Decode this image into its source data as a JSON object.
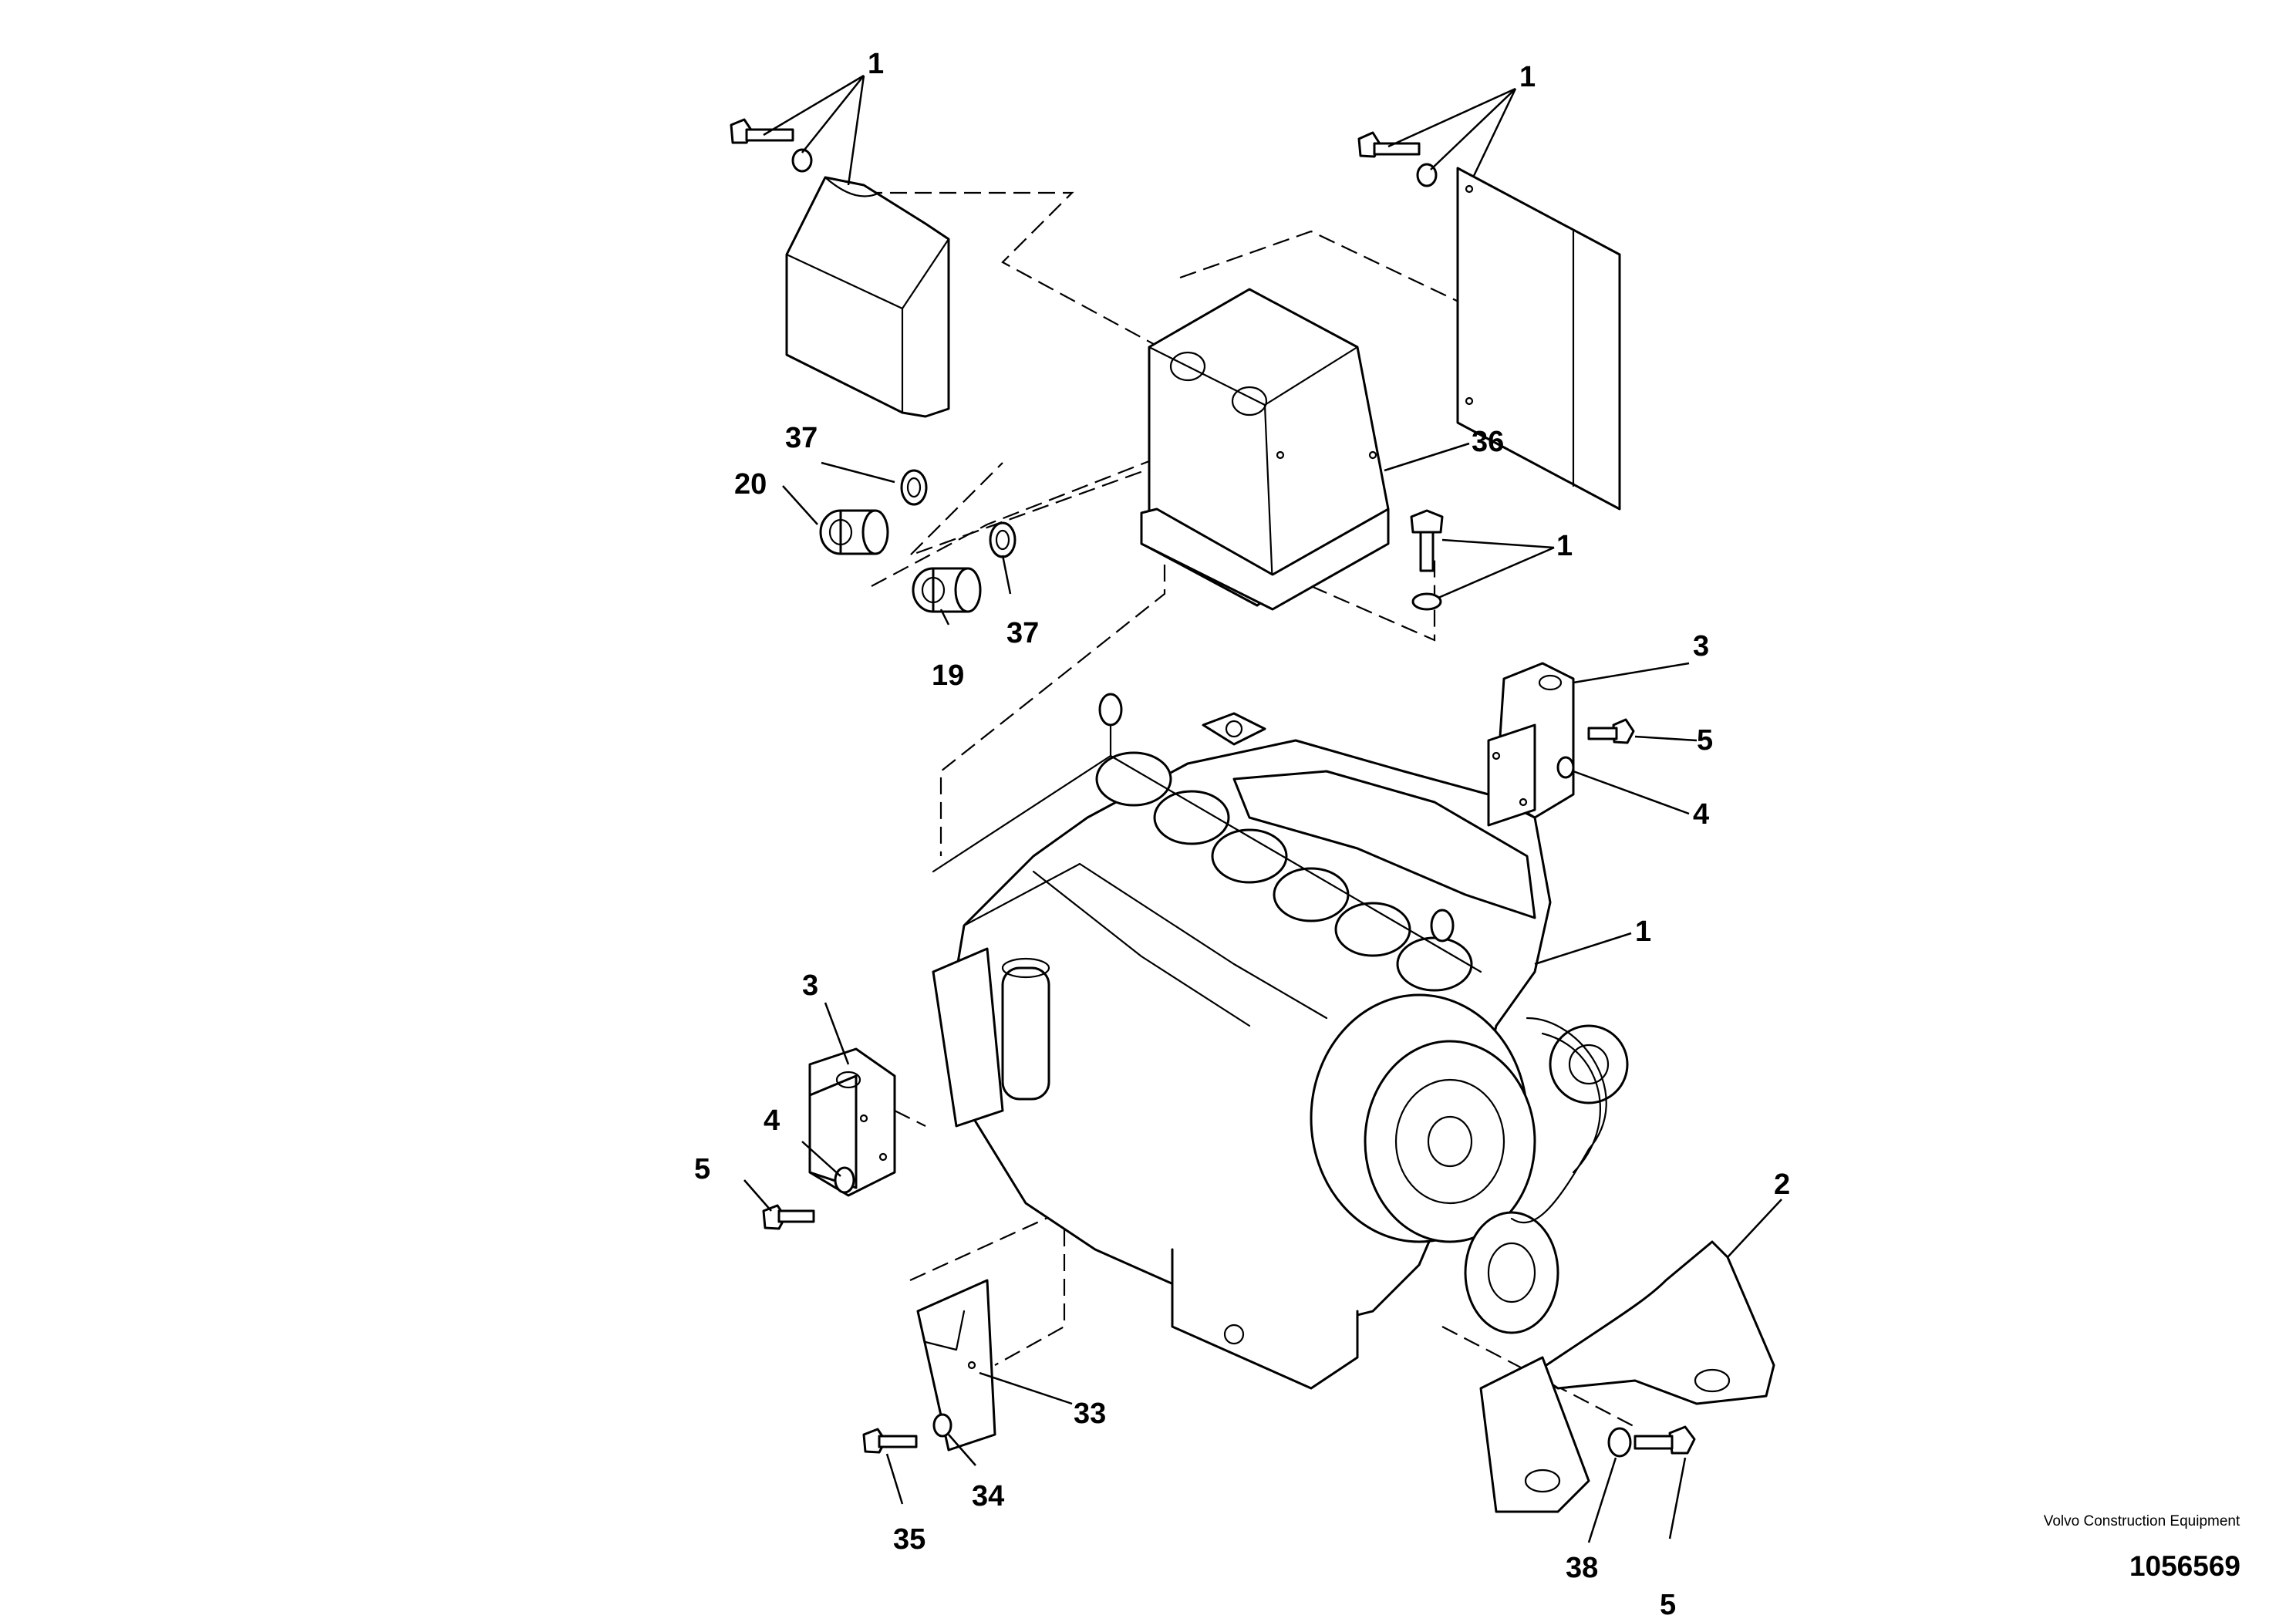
{
  "callouts": {
    "c1_top_left": "1",
    "c1_top_right": "1",
    "c37_upper": "37",
    "c20": "20",
    "c36": "36",
    "c1_bolt": "1",
    "c37_lower": "37",
    "c19": "19",
    "c3_right": "3",
    "c5_right": "5",
    "c4_right": "4",
    "c1_engine": "1",
    "c3_left": "3",
    "c4_left": "4",
    "c5_left": "5",
    "c2": "2",
    "c33": "33",
    "c34": "34",
    "c35": "35",
    "c38": "38",
    "c5_bottom": "5"
  },
  "footer": {
    "company": "Volvo Construction Equipment",
    "doc_number": "1056569"
  }
}
